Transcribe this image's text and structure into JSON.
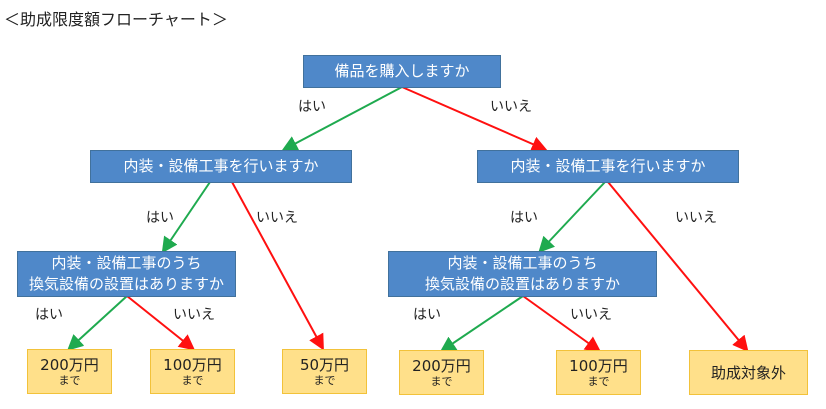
{
  "title": "＜助成限度額フローチャート＞",
  "nodes": {
    "q1": "備品を購入しますか",
    "q2_left": "内装・設備工事を行いますか",
    "q2_right": "内装・設備工事を行いますか",
    "q3_left_line1": "内装・設備工事のうち",
    "q3_left_line2": "換気設備の設置はありますか",
    "q3_right_line1": "内装・設備工事のうち",
    "q3_right_line2": "換気設備の設置はありますか"
  },
  "leaves": [
    {
      "amount": "200万円",
      "sub": "まで"
    },
    {
      "amount": "100万円",
      "sub": "まで"
    },
    {
      "amount": "50万円",
      "sub": "まで"
    },
    {
      "amount": "200万円",
      "sub": "まで"
    },
    {
      "amount": "100万円",
      "sub": "まで"
    },
    {
      "amount": "助成対象外",
      "sub": ""
    }
  ],
  "labels": {
    "yes": "はい",
    "no": "いいえ"
  },
  "colors": {
    "question": "#4f88c9",
    "leaf": "#ffe08a",
    "yes_arrow": "#1faa4f",
    "no_arrow": "#ff1010"
  }
}
